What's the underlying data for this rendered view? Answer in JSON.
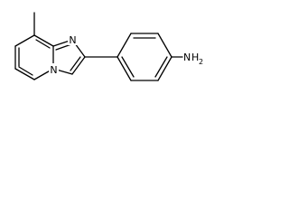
{
  "labels": {
    "imidazole_n": "N",
    "bridge_n": "N",
    "amine_n": "N",
    "amine_h": "H",
    "amine_h_count": "2"
  },
  "colors": {
    "bond": "#000000",
    "text": "#000000",
    "background": "#ffffff"
  }
}
